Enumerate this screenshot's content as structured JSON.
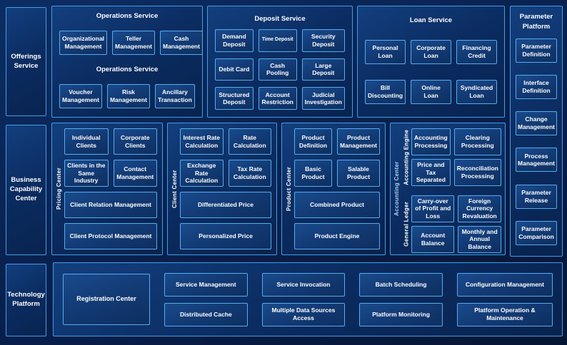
{
  "colors": {
    "background": "#081f4c",
    "panel_border": "#3f9fe8",
    "box_border": "#55acee",
    "box_fill": "#123a74",
    "text": "#ffffff"
  },
  "sidebar": {
    "offerings": "Offerings Service",
    "business": "Business Capability Center",
    "technology": "Technology Platform"
  },
  "operations": {
    "title": "Operations Service",
    "mid_label": "Operations Service",
    "row1": [
      "Organizational Management",
      "Teller Management",
      "Cash Management"
    ],
    "row2": [
      "Voucher Management",
      "Risk Management",
      "Ancillary Transaction"
    ]
  },
  "deposit": {
    "title": "Deposit Service",
    "boxes": [
      "Demand Deposit",
      "Time Deposit",
      "Security Deposit",
      "Debit Card",
      "Cash Pooling",
      "Large Deposit",
      "Structured Deposit",
      "Account Restriction",
      "Judicial Investigation"
    ]
  },
  "loan": {
    "title": "Loan Service",
    "row1": [
      "Personal Loan",
      "Corporate Loan",
      "Financing Credit"
    ],
    "row2": [
      "Bill Discounting",
      "Online Loan",
      "Syndicated Loan"
    ]
  },
  "parameter_platform": {
    "title": "Parameter Platform",
    "boxes": [
      "Parameter Definition",
      "Interface Definition",
      "Change Management",
      "Process Management",
      "Parameter Release",
      "Parameter Comparison"
    ]
  },
  "pricing_center": {
    "vlabel": "Pricing Center",
    "half_boxes": [
      "Individual Clients",
      "Corporate Clients",
      "Clients in the Same Industry",
      "Contact Management"
    ],
    "full_boxes": [
      "Client Relation Management",
      "Client Protocol Management"
    ]
  },
  "client_center": {
    "vlabel": "Client Center",
    "half_boxes": [
      "Interest Rate Calculation",
      "Rate Calculation",
      "Exchange Rate Calculation",
      "Tax Rate Calculation"
    ],
    "full_boxes": [
      "Differentiated Price",
      "Personalized Price"
    ]
  },
  "product_center": {
    "vlabel": "Product Center",
    "half_boxes": [
      "Product Definition",
      "Product Management",
      "Basic Product",
      "Salable Product"
    ],
    "full_boxes": [
      "Combined Product",
      "Product Engine"
    ]
  },
  "accounting_center": {
    "vlabel": "Accounting Center",
    "groups": [
      {
        "vlabel": "Accounting Engine",
        "boxes": [
          "Accounting Processing",
          "Clearing Processing",
          "Price and Tax Separated",
          "Reconciliation Processing"
        ]
      },
      {
        "vlabel": "General Ledger",
        "boxes": [
          "Carry-over of Profit and Loss",
          "Foreign Currency Revaluation",
          "Account Balance",
          "Monthly and Annual Balance"
        ]
      }
    ]
  },
  "technology_platform": {
    "registration": "Registration Center",
    "columns": [
      [
        "Service Management",
        "Distributed Cache"
      ],
      [
        "Service Invocation",
        "Multiple Data Sources Access"
      ],
      [
        "Batch Scheduling",
        "Platform Monitoring"
      ],
      [
        "Configuration Management",
        "Platform Operation & Maintenance"
      ]
    ]
  }
}
